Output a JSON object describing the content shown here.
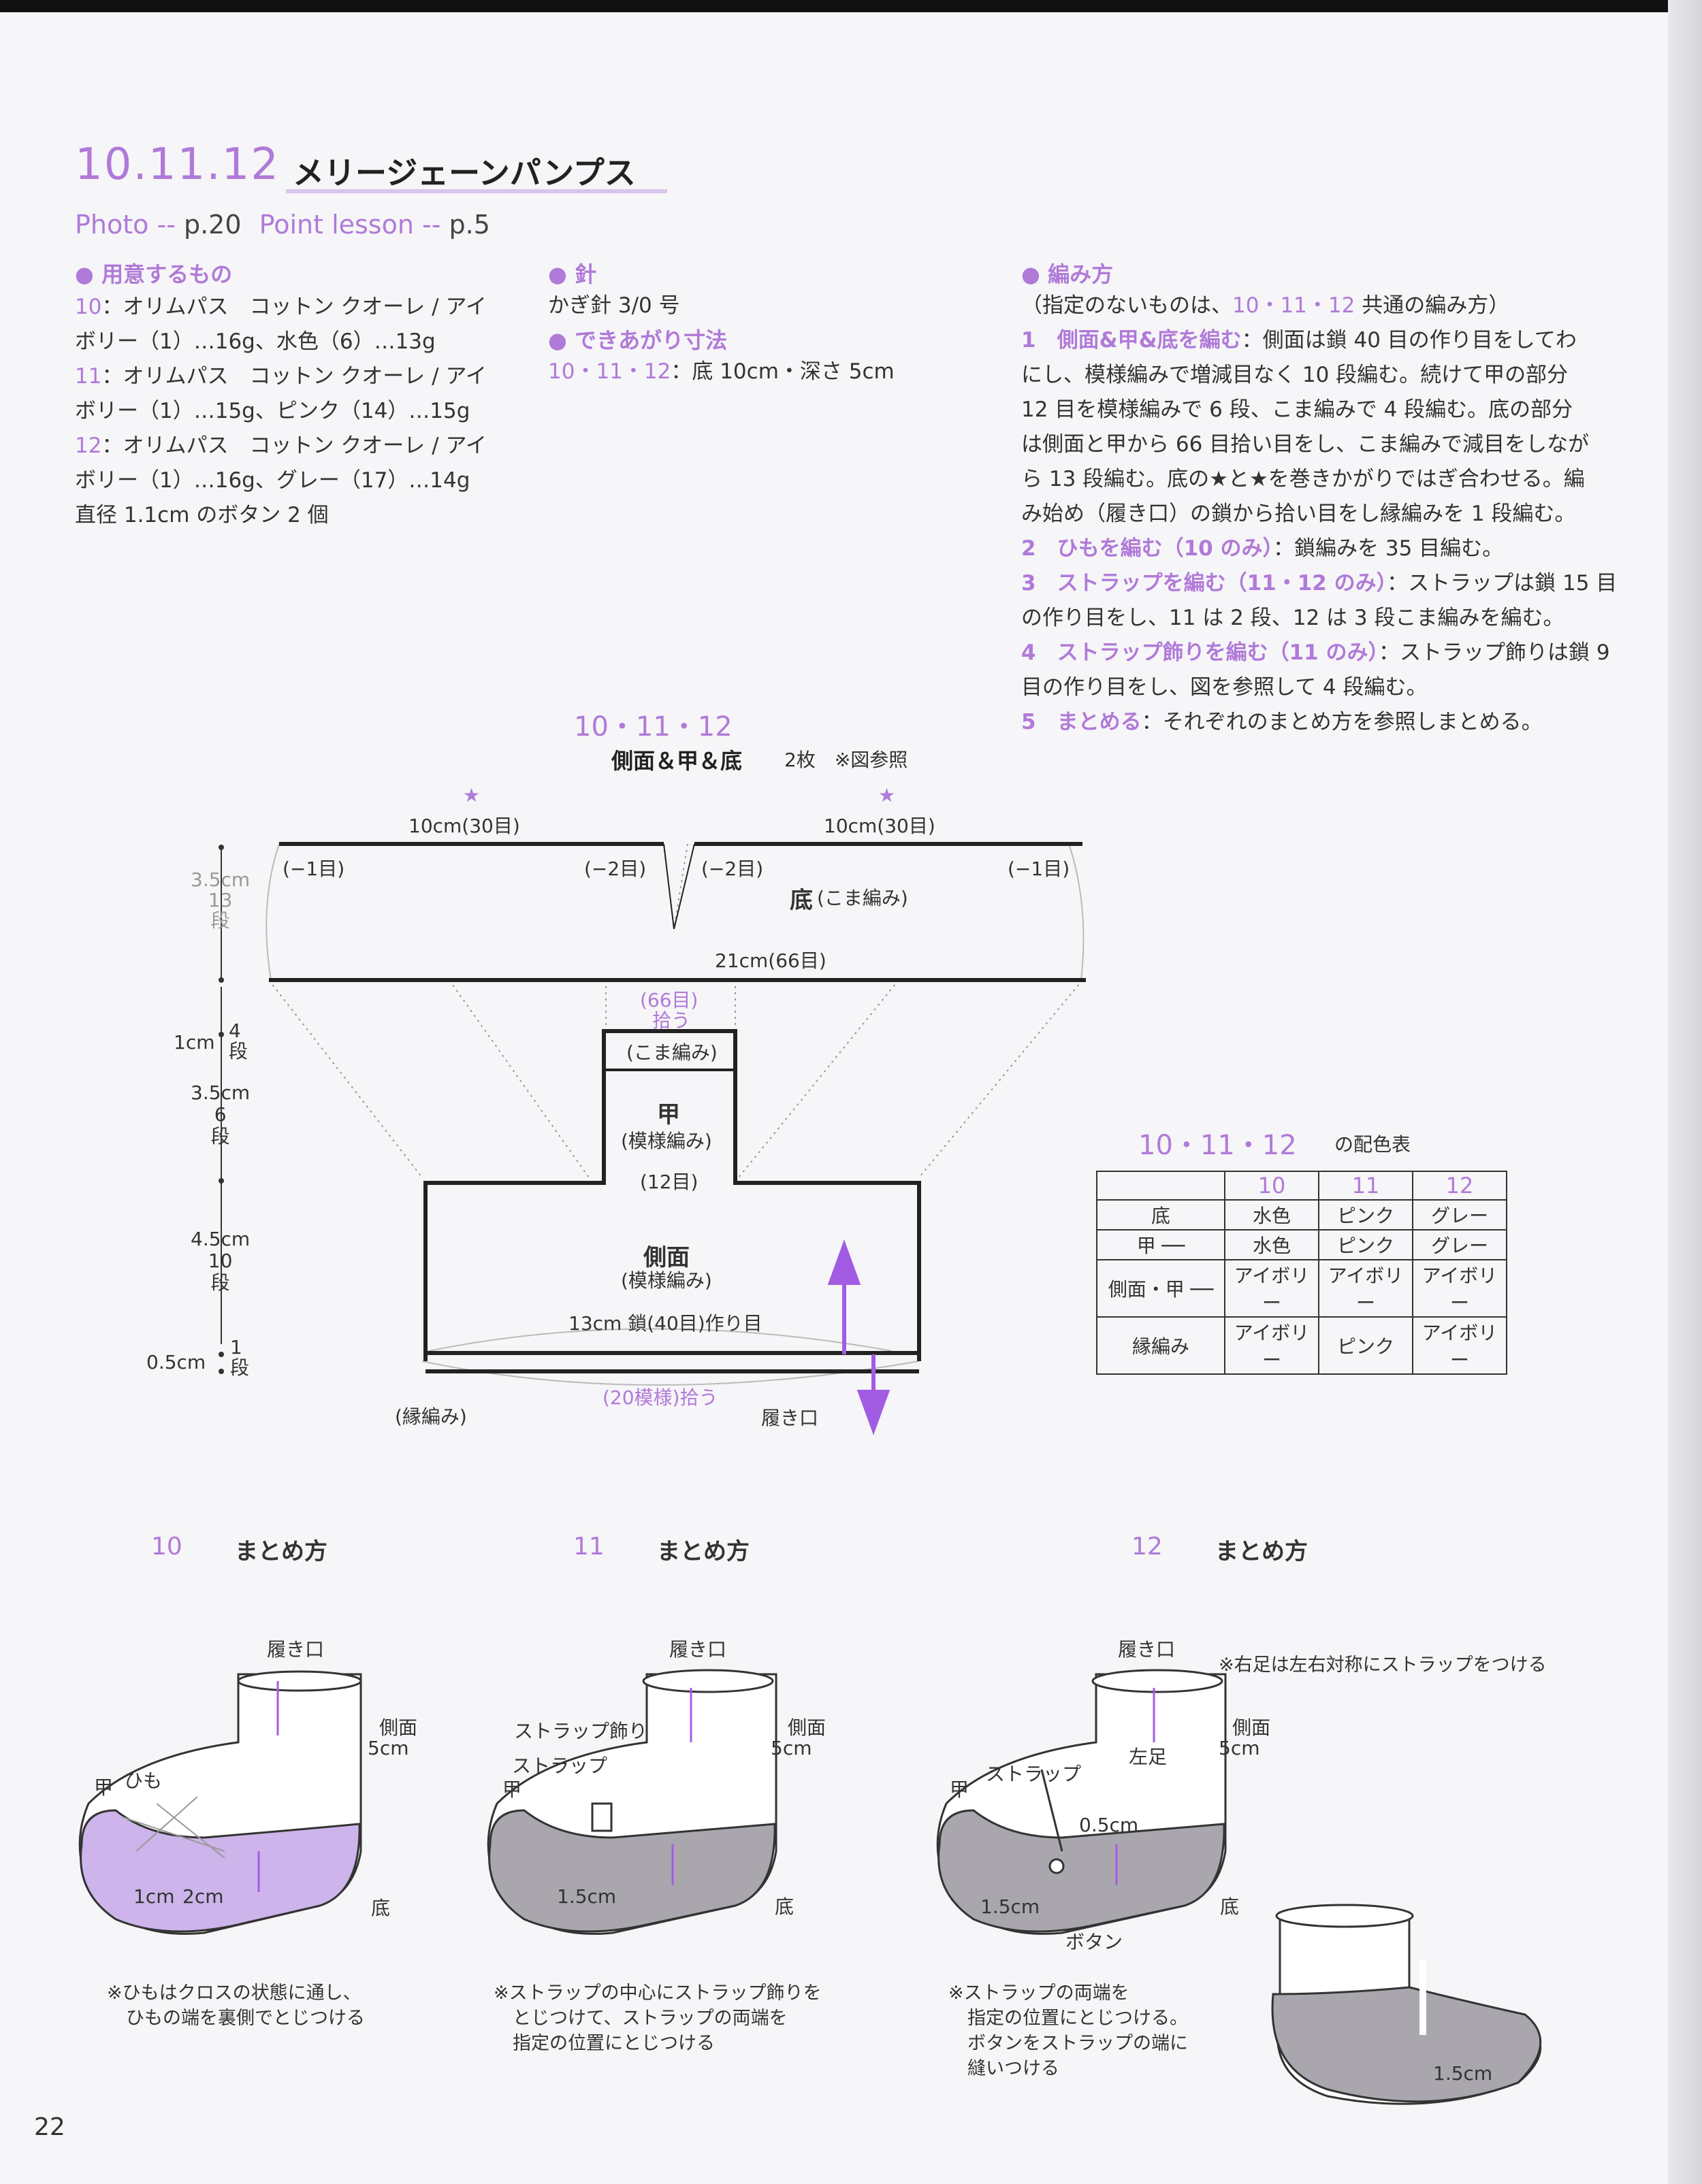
{
  "header": {
    "number": "10.11.12",
    "title": "メリージェーンパンプス",
    "photo_label": "Photo -- ",
    "photo_page": "p.20",
    "lesson_label": "Point lesson -- ",
    "lesson_page": "p.5"
  },
  "materials": {
    "heading": "● 用意するもの",
    "items": [
      {
        "num": "10",
        "line1": "：オリムパス　コットン クオーレ / アイ",
        "line2": "ボリー（1）…16g、水色（6）…13g"
      },
      {
        "num": "11",
        "line1": "：オリムパス　コットン クオーレ / アイ",
        "line2": "ボリー（1）…15g、ピンク（14）…15g"
      },
      {
        "num": "12",
        "line1": "：オリムパス　コットン クオーレ / アイ",
        "line2": "ボリー（1）…16g、グレー（17）…14g"
      }
    ],
    "button_note": "直径 1.1cm のボタン 2 個"
  },
  "needle": {
    "heading": "● 針",
    "value": "かぎ針 3/0 号",
    "size_heading": "● できあがり寸法",
    "size_nums": "10・11・12",
    "size_value": "：底 10cm・深さ 5cm"
  },
  "method": {
    "heading": "● 編み方",
    "intro_a": "（指定のないものは、",
    "intro_nums": "10・11・12",
    "intro_b": " 共通の編み方）",
    "steps": [
      {
        "label": "1　側面&甲&底を編む",
        "text": "：側面は鎖 40 目の作り目をしてわ"
      },
      {
        "label": "",
        "text": "にし、模様編みで増減目なく 10 段編む。続けて甲の部分"
      },
      {
        "label": "",
        "text": "12 目を模様編みで 6 段、こま編みで 4 段編む。底の部分"
      },
      {
        "label": "",
        "text": "は側面と甲から 66 目拾い目をし、こま編みで減目をしなが"
      },
      {
        "label": "",
        "text": "ら 13 段編む。底の★と★を巻きかがりではぎ合わせる。編"
      },
      {
        "label": "",
        "text": "み始め（履き口）の鎖から拾い目をし縁編みを 1 段編む。"
      },
      {
        "label": "2　ひもを編む（10 のみ）",
        "text": "：鎖編みを 35 目編む。"
      },
      {
        "label": "3　ストラップを編む（11・12 のみ）",
        "text": "：ストラップは鎖 15 目"
      },
      {
        "label": "",
        "text": "の作り目をし、11 は 2 段、12 は 3 段こま編みを編む。"
      },
      {
        "label": "4　ストラップ飾りを編む（11 のみ）",
        "text": "：ストラップ飾りは鎖 9"
      },
      {
        "label": "",
        "text": "目の作り目をし、図を参照して 4 段編む。"
      },
      {
        "label": "5　まとめる",
        "text": "：それぞれのまとめ方を参照しまとめる。"
      }
    ]
  },
  "diagram": {
    "nums": "10・11・12",
    "subtitle": "側面＆甲＆底",
    "count": "2枚　※図参照",
    "star": "★",
    "top_left_width": "10cm(30目)",
    "top_right_width": "10cm(30目)",
    "dec1a": "(−1目)",
    "dec2a": "(−2目)",
    "dec2b": "(−2目)",
    "dec1b": "(−1目)",
    "sole": "底",
    "sole_stitch": "(こま編み)",
    "sole_width": "21cm(66目)",
    "pickup": "(66目)",
    "pickup2": "拾う",
    "instep_stitch_top": "(こま編み)",
    "instep": "甲",
    "instep_stitch": "(模様編み)",
    "instep_width": "(12目)",
    "side": "側面",
    "side_stitch": "(模様編み)",
    "chain": "13cm 鎖(40目)作り目",
    "edge_pickup": "(20模様)拾う",
    "edge": "(縁編み)",
    "opening": "履き口",
    "h1": "3.5cm",
    "h1r": "13",
    "h1d": "段",
    "h2": "1cm",
    "h2r": "4",
    "h2d": "段",
    "h3": "3.5cm",
    "h3r": "6",
    "h3d": "段",
    "h4": "4.5cm",
    "h4r": "10",
    "h4d": "段",
    "h5": "0.5cm",
    "h5r": "1",
    "h5d": "段"
  },
  "color_table": {
    "nums": "10・11・12",
    "title": "の配色表",
    "headers": [
      "",
      "10",
      "11",
      "12"
    ],
    "rows": [
      [
        "底",
        "水色",
        "ピンク",
        "グレー"
      ],
      [
        "甲 ──",
        "水色",
        "ピンク",
        "グレー"
      ],
      [
        "側面・甲 ──",
        "アイボリー",
        "アイボリー",
        "アイボリー"
      ],
      [
        "縁編み",
        "アイボリー",
        "ピンク",
        "アイボリー"
      ]
    ]
  },
  "assembly": [
    {
      "num": "10",
      "label": "まとめ方",
      "opening": "履き口",
      "side": "側面",
      "side_h": "5cm",
      "instep": "甲",
      "cord": "ひも",
      "m1": "1cm",
      "m2": "2cm",
      "sole": "底",
      "note1": "※ひもはクロスの状態に通し、",
      "note2": "ひもの端を裏側でとじつける"
    },
    {
      "num": "11",
      "label": "まとめ方",
      "opening": "履き口",
      "side": "側面",
      "side_h": "5cm",
      "deco": "ストラップ飾り",
      "strap": "ストラップ",
      "instep": "甲",
      "m1": "1.5cm",
      "sole": "底",
      "note1": "※ストラップの中心にストラップ飾りを",
      "note2": "とじつけて、ストラップの両端を",
      "note3": "指定の位置にとじつける"
    },
    {
      "num": "12",
      "label": "まとめ方",
      "opening": "履き口",
      "side": "側面",
      "side_h": "5cm",
      "left": "左足",
      "strap": "ストラップ",
      "instep": "甲",
      "m0": "0.5cm",
      "m1": "1.5cm",
      "sole": "底",
      "button": "ボタン",
      "m2": "1.5cm",
      "right_note": "※右足は左右対称にストラップをつける",
      "note1": "※ストラップの両端を",
      "note2": "指定の位置にとじつける。",
      "note3": "ボタンをストラップの端に",
      "note4": "縫いつける"
    }
  ],
  "page_number": "22",
  "colors": {
    "accent": "#b07ad8",
    "lavender": "#cdb4ea",
    "gray_sole": "#a9a6ad"
  }
}
